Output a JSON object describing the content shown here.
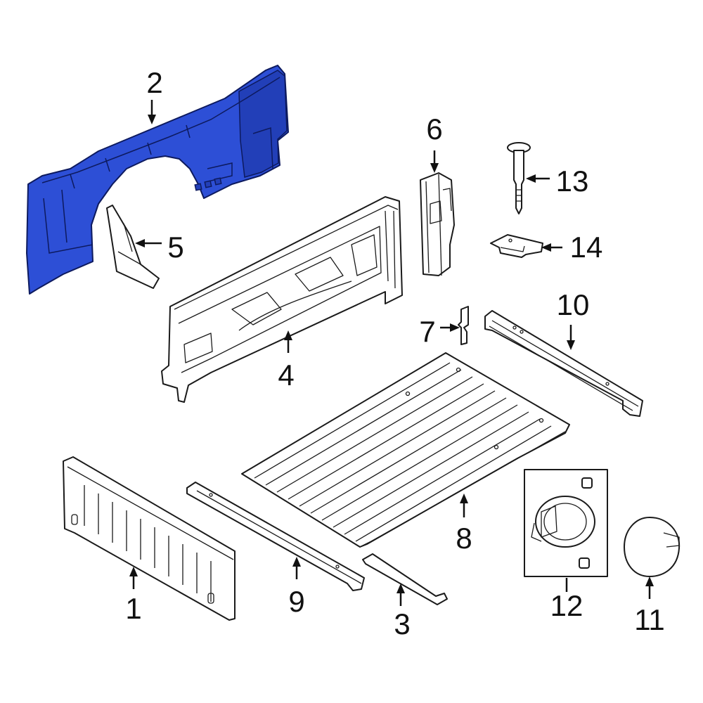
{
  "colors": {
    "highlight": "#2d4fd6",
    "outline": "#1a1a1a",
    "background": "#ffffff"
  },
  "callouts": {
    "c1": "1",
    "c2": "2",
    "c3": "3",
    "c4": "4",
    "c5": "5",
    "c6": "6",
    "c7": "7",
    "c8": "8",
    "c9": "9",
    "c10": "10",
    "c11": "11",
    "c12": "12",
    "c13": "13",
    "c14": "14"
  },
  "highlighted_part": "c2"
}
